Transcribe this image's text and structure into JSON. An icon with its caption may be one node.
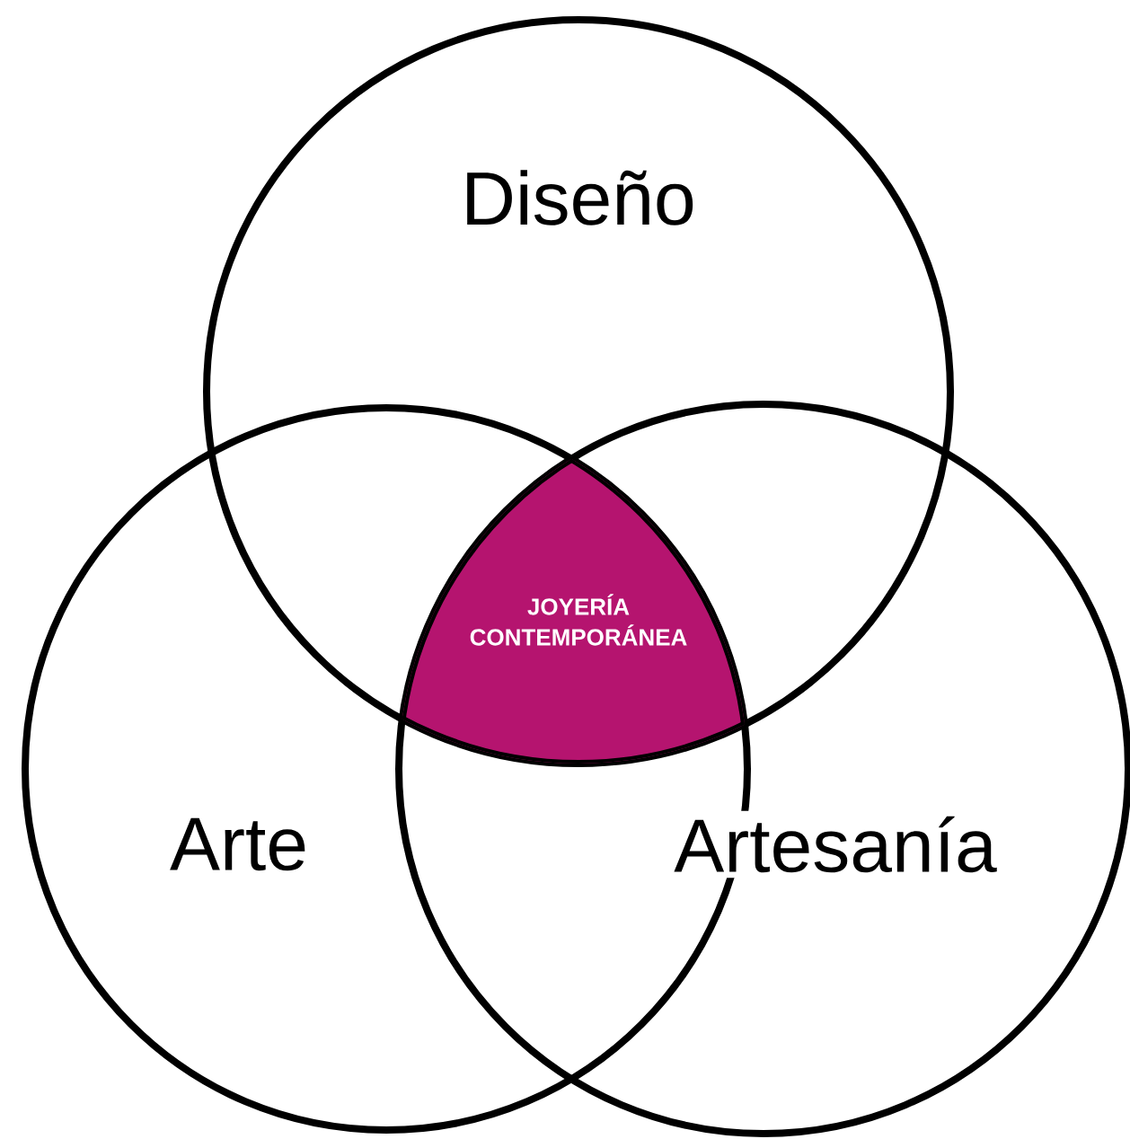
{
  "diagram": {
    "nodes": [
      {
        "text": [
          "Diseño"
        ]
      },
      {
        "text": [
          "Arte"
        ]
      },
      {
        "text": [
          "Artesanía"
        ]
      },
      {
        "text": [
          "JOYERÍA CONTEMPORÁNEA"
        ]
      }
    ]
  }
}
